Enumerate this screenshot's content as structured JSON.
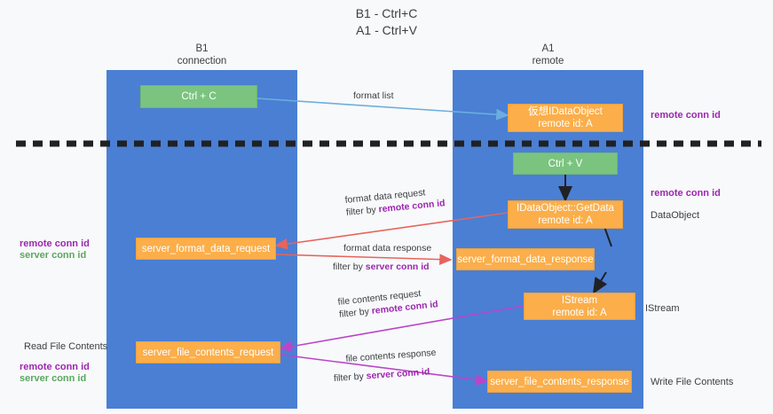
{
  "title": {
    "line1": "B1 - Ctrl+C",
    "line2": "A1 - Ctrl+V"
  },
  "columns": [
    {
      "name": "B1",
      "sub": "connection"
    },
    {
      "name": "A1",
      "sub": "remote"
    }
  ],
  "nodes": {
    "ctrl_c": "Ctrl + C",
    "idataobject_title": "仮想IDataObject",
    "idataobject_sub": "remote id: A",
    "ctrl_v": "Ctrl + V",
    "getdata_title": "IDataObject::GetData",
    "getdata_sub": "remote id: A",
    "server_format_data_request": "server_format_data_request",
    "server_format_data_response": "server_format_data_response",
    "istream_title": "IStream",
    "istream_sub": "remote id: A",
    "server_file_contents_request": "server_file_contents_request",
    "server_file_contents_response": "server_file_contents_response"
  },
  "edges": {
    "format_list": "format list",
    "format_data_request": "format data request",
    "format_data_request_filter_prefix": "filter by ",
    "format_data_request_filter_key": "remote conn id",
    "format_data_response": "format data response",
    "format_data_response_filter_prefix": "filter by ",
    "format_data_response_filter_key": "server conn id",
    "file_contents_request": "file contents request",
    "file_contents_request_filter_prefix": "filter by ",
    "file_contents_request_filter_key": "remote conn id",
    "file_contents_response": "file contents response",
    "file_contents_response_filter_prefix": "filter by ",
    "file_contents_response_filter_key": "server conn id"
  },
  "annotations": {
    "right_remote_conn_id_top": "remote conn id",
    "right_remote_conn_id_mid": "remote conn id",
    "right_dataobject": "DataObject",
    "right_istream": "IStream",
    "right_write_file_contents": "Write File Contents",
    "left_remote_conn_id_mid": "remote conn id",
    "left_server_conn_id_mid": "server conn id",
    "left_read_file_contents": "Read File Contents",
    "left_remote_conn_id_bottom": "remote conn id",
    "left_server_conn_id_bottom": "server conn id"
  },
  "colors": {
    "lane": "#4a7fd4",
    "green_node": "#7ac47f",
    "orange_node": "#fbae4a",
    "purple_key": "#9c27b0",
    "green_key": "#5aa75f",
    "arrow_blue": "#6baede",
    "arrow_red": "#e8645c",
    "arrow_magenta": "#bb45c9",
    "arrow_dark": "#202124",
    "divider": "#202124",
    "background": "#f8f9fa"
  }
}
